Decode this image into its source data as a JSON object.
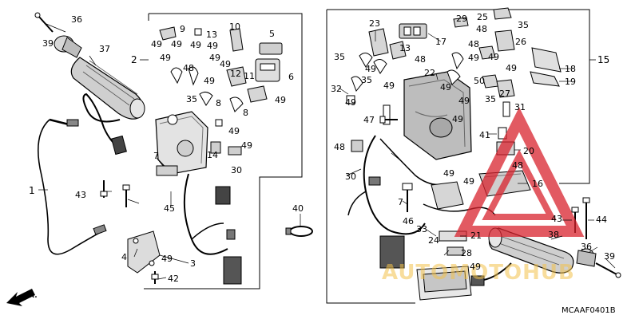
{
  "diagram_code": "MCAAF0401B",
  "direction_label": "FR.",
  "watermark": "AUTOMOTOHUB",
  "colors": {
    "line": "#000000",
    "watermark_red": "#d9232e",
    "watermark_gold": "#f2c14a"
  },
  "labels": [
    {
      "id": "l1",
      "t": "1"
    },
    {
      "id": "l2",
      "t": "2"
    },
    {
      "id": "l3",
      "t": "3"
    },
    {
      "id": "l4",
      "t": "4"
    },
    {
      "id": "l5",
      "t": "5"
    },
    {
      "id": "l6",
      "t": "6"
    },
    {
      "id": "l7a",
      "t": "7"
    },
    {
      "id": "l7b",
      "t": "7"
    },
    {
      "id": "l8a",
      "t": "8"
    },
    {
      "id": "l8b",
      "t": "8"
    },
    {
      "id": "l9",
      "t": "9"
    },
    {
      "id": "l10",
      "t": "10"
    },
    {
      "id": "l11",
      "t": "11"
    },
    {
      "id": "l12",
      "t": "12"
    },
    {
      "id": "l13a",
      "t": "13"
    },
    {
      "id": "l13b",
      "t": "13"
    },
    {
      "id": "l14",
      "t": "14"
    },
    {
      "id": "l15",
      "t": "15"
    },
    {
      "id": "l16",
      "t": "16"
    },
    {
      "id": "l17",
      "t": "17"
    },
    {
      "id": "l18",
      "t": "18"
    },
    {
      "id": "l19",
      "t": "19"
    },
    {
      "id": "l20",
      "t": "20"
    },
    {
      "id": "l21",
      "t": "21"
    },
    {
      "id": "l22",
      "t": "22"
    },
    {
      "id": "l23",
      "t": "23"
    },
    {
      "id": "l24",
      "t": "24"
    },
    {
      "id": "l25",
      "t": "25"
    },
    {
      "id": "l26",
      "t": "26"
    },
    {
      "id": "l27",
      "t": "27"
    },
    {
      "id": "l28",
      "t": "28"
    },
    {
      "id": "l29",
      "t": "29"
    },
    {
      "id": "l30a",
      "t": "30"
    },
    {
      "id": "l30b",
      "t": "30"
    },
    {
      "id": "l31",
      "t": "31"
    },
    {
      "id": "l32",
      "t": "32"
    },
    {
      "id": "l33",
      "t": "33"
    },
    {
      "id": "l35a",
      "t": "35"
    },
    {
      "id": "l35b",
      "t": "35"
    },
    {
      "id": "l35c",
      "t": "35"
    },
    {
      "id": "l35d",
      "t": "35"
    },
    {
      "id": "l35e",
      "t": "35"
    },
    {
      "id": "l36a",
      "t": "36"
    },
    {
      "id": "l36b",
      "t": "36"
    },
    {
      "id": "l37",
      "t": "37"
    },
    {
      "id": "l38",
      "t": "38"
    },
    {
      "id": "l39a",
      "t": "39"
    },
    {
      "id": "l39b",
      "t": "39"
    },
    {
      "id": "l40",
      "t": "40"
    },
    {
      "id": "l41",
      "t": "41"
    },
    {
      "id": "l42",
      "t": "42"
    },
    {
      "id": "l43a",
      "t": "43"
    },
    {
      "id": "l43b",
      "t": "43"
    },
    {
      "id": "l44",
      "t": "44"
    },
    {
      "id": "l45",
      "t": "45"
    },
    {
      "id": "l46",
      "t": "46"
    },
    {
      "id": "l47",
      "t": "47"
    },
    {
      "id": "l48a",
      "t": "48"
    },
    {
      "id": "l48b",
      "t": "48"
    },
    {
      "id": "l48c",
      "t": "48"
    },
    {
      "id": "l48d",
      "t": "48"
    },
    {
      "id": "l48e",
      "t": "48"
    },
    {
      "id": "l48f",
      "t": "48"
    },
    {
      "id": "l49a",
      "t": "49"
    },
    {
      "id": "l49b",
      "t": "49"
    },
    {
      "id": "l49c",
      "t": "49"
    },
    {
      "id": "l49d",
      "t": "49"
    },
    {
      "id": "l49e",
      "t": "49"
    },
    {
      "id": "l49f",
      "t": "49"
    },
    {
      "id": "l49g",
      "t": "49"
    },
    {
      "id": "l49h",
      "t": "49"
    },
    {
      "id": "l49i",
      "t": "49"
    },
    {
      "id": "l49j",
      "t": "49"
    },
    {
      "id": "l49k",
      "t": "49"
    },
    {
      "id": "l49l",
      "t": "49"
    },
    {
      "id": "l49m",
      "t": "49"
    },
    {
      "id": "l49n",
      "t": "49"
    },
    {
      "id": "l49o",
      "t": "49"
    },
    {
      "id": "l49p",
      "t": "49"
    },
    {
      "id": "l49q",
      "t": "49"
    },
    {
      "id": "l49r",
      "t": "49"
    },
    {
      "id": "l49s",
      "t": "49"
    },
    {
      "id": "l49t",
      "t": "49"
    },
    {
      "id": "l49u",
      "t": "49"
    },
    {
      "id": "l49v",
      "t": "49"
    },
    {
      "id": "l49w",
      "t": "49"
    },
    {
      "id": "l49x",
      "t": "49"
    },
    {
      "id": "l50",
      "t": "50"
    }
  ]
}
